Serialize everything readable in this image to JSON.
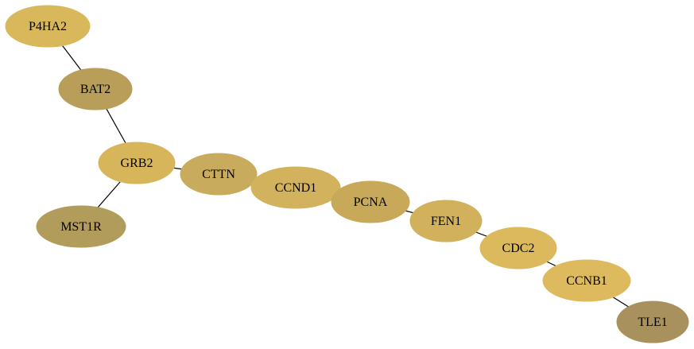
{
  "graph": {
    "nodes": [
      {
        "id": "P4HA2",
        "label": "P4HA2",
        "color": "#d8b85a"
      },
      {
        "id": "BAT2",
        "label": "BAT2",
        "color": "#b89e58"
      },
      {
        "id": "GRB2",
        "label": "GRB2",
        "color": "#d7b65b"
      },
      {
        "id": "MST1R",
        "label": "MST1R",
        "color": "#b29c5c"
      },
      {
        "id": "CTTN",
        "label": "CTTN",
        "color": "#c9ab5d"
      },
      {
        "id": "CCND1",
        "label": "CCND1",
        "color": "#d2b25c"
      },
      {
        "id": "PCNA",
        "label": "PCNA",
        "color": "#c8a95a"
      },
      {
        "id": "FEN1",
        "label": "FEN1",
        "color": "#d1b15c"
      },
      {
        "id": "CDC2",
        "label": "CDC2",
        "color": "#dcb95d"
      },
      {
        "id": "CCNB1",
        "label": "CCNB1",
        "color": "#deba5e"
      },
      {
        "id": "TLE1",
        "label": "TLE1",
        "color": "#a9915d"
      }
    ],
    "edges": [
      [
        "P4HA2",
        "BAT2"
      ],
      [
        "BAT2",
        "GRB2"
      ],
      [
        "GRB2",
        "MST1R"
      ],
      [
        "GRB2",
        "CTTN"
      ],
      [
        "CTTN",
        "CCND1"
      ],
      [
        "CCND1",
        "PCNA"
      ],
      [
        "PCNA",
        "FEN1"
      ],
      [
        "FEN1",
        "CDC2"
      ],
      [
        "CDC2",
        "CCNB1"
      ],
      [
        "CCNB1",
        "TLE1"
      ]
    ]
  }
}
